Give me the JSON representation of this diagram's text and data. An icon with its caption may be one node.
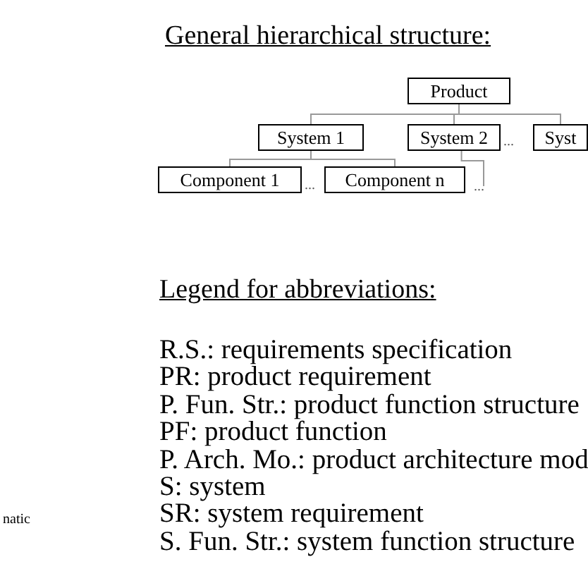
{
  "diagram": {
    "title": "General hierarchical structure:",
    "nodes": [
      {
        "text": [
          "Product"
        ]
      },
      {
        "text": [
          "System 1"
        ]
      },
      {
        "text": [
          "System 2"
        ]
      },
      {
        "text": [
          "Syst"
        ]
      },
      {
        "text": [
          "Component 1"
        ]
      },
      {
        "text": [
          "Component n"
        ]
      },
      {
        "text": [
          "..."
        ]
      }
    ],
    "edges": [
      {
        "from": 0,
        "to": 1,
        "arrow": "none"
      },
      {
        "from": 0,
        "to": 2,
        "arrow": "none"
      },
      {
        "from": 0,
        "to": 3,
        "arrow": "none"
      },
      {
        "from": 1,
        "to": 4,
        "arrow": "none"
      },
      {
        "from": 1,
        "to": 5,
        "arrow": "none"
      },
      {
        "from": 2,
        "to": 6,
        "arrow": "none"
      }
    ],
    "labels": [
      "...",
      "...",
      "Legend for abbreviations:",
      "R.S.: requirements specification",
      "PR: product requirement",
      "P. Fun. Str.: product function structure",
      "PF: product function",
      "P. Arch. Mo.: product architecture mod",
      "S: system",
      "SR: system requirement",
      "S. Fun. Str.: system function structure",
      "natic"
    ]
  }
}
